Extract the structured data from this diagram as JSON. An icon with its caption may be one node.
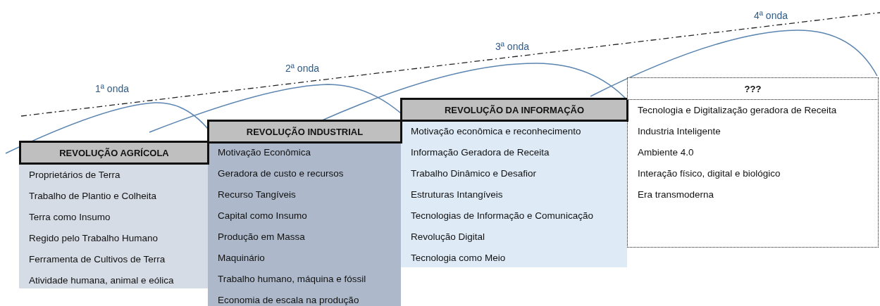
{
  "diagram": {
    "nodes": [
      {
        "text": [
          "REVOLUÇÃO AGRÍCOLA"
        ]
      },
      {
        "text": [
          "Proprietários de Terra",
          "Trabalho de Plantio e Colheita",
          "Terra como Insumo",
          "Regido pelo Trabalho Humano",
          "Ferramenta de Cultivos de Terra",
          "Atividade humana, animal e eólica"
        ]
      },
      {
        "text": [
          "REVOLUÇÃO INDUSTRIAL"
        ]
      },
      {
        "text": [
          "Motivação Econômica",
          "Geradora de custo e recursos",
          "Recurso Tangíveis",
          "Capital como Insumo",
          "Produção em Massa",
          "Maquinário",
          "Trabalho humano, máquina e fóssil",
          "Economia de escala na produção"
        ]
      },
      {
        "text": [
          "REVOLUÇÃO DA INFORMAÇÃO"
        ]
      },
      {
        "text": [
          "Motivação econômica e reconhecimento",
          "Informação Geradora de Receita",
          "Trabalho Dinâmico e Desafior",
          "Estruturas Intangíveis",
          "Tecnologias de Informação e Comunicação",
          "Revolução Digital",
          "Tecnologia como Meio"
        ]
      },
      {
        "text": [
          "???"
        ]
      },
      {
        "text": [
          "Tecnologia e Digitalização geradora de Receita",
          "Industria Inteligente",
          "Ambiente 4.0",
          "Interação físico, digital e biológico",
          "Era transmoderna"
        ]
      }
    ],
    "edges": [],
    "labels": [
      "4ª onda",
      "3ª onda",
      "2ª onda",
      "1ª onda"
    ]
  }
}
